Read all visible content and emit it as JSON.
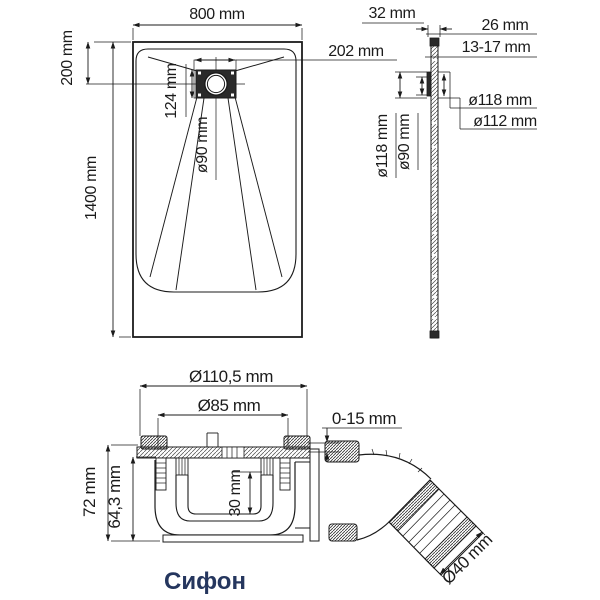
{
  "top_view": {
    "width": "800 mm",
    "length": "1400 mm",
    "drain_offset": "200 mm",
    "plate_width": "202 mm",
    "plate_height": "124 mm",
    "drain_diameter": "ø90 mm"
  },
  "side_view": {
    "edge_height": "32 mm",
    "top_thickness": "26 mm",
    "thickness_range": "13-17 mm",
    "flange_diameter_left": "ø118 mm",
    "drain_diameter": "ø90 mm",
    "flange_outer_diameter": "ø118 mm",
    "flange_inner_diameter": "ø112 mm"
  },
  "siphon": {
    "caption": "Сифон",
    "flange_diameter": "Ø110,5 mm",
    "grate_diameter": "Ø85 mm",
    "adjustment_range": "0-15 mm",
    "total_height": "72 mm",
    "body_height": "64,3 mm",
    "water_seal_height": "30 mm",
    "outlet_diameter": "Ø40 mm"
  },
  "colors": {
    "line": "#1b1b1b",
    "caption": "#25365e",
    "background": "#ffffff"
  }
}
